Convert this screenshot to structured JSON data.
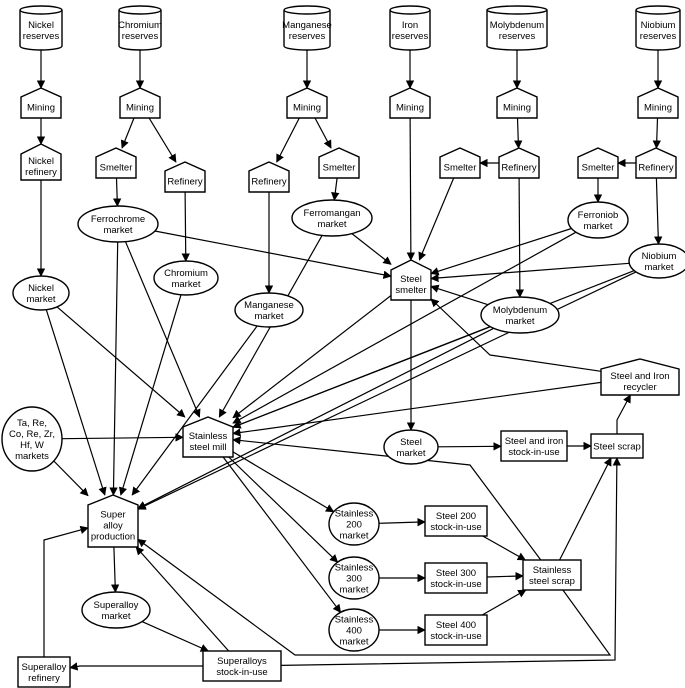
{
  "nodes": [
    {
      "id": "nickel_reserves",
      "kind": "cylinder",
      "lines": [
        "Nickel",
        "reserves"
      ]
    },
    {
      "id": "chromium_reserves",
      "kind": "cylinder",
      "lines": [
        "Chromium",
        "reserves"
      ]
    },
    {
      "id": "manganese_reserves",
      "kind": "cylinder",
      "lines": [
        "Manganese",
        "reserves"
      ]
    },
    {
      "id": "iron_reserves",
      "kind": "cylinder",
      "lines": [
        "Iron",
        "reserves"
      ]
    },
    {
      "id": "molybdenum_reserves",
      "kind": "cylinder",
      "lines": [
        "Molybdenum",
        "reserves"
      ]
    },
    {
      "id": "niobium_reserves",
      "kind": "cylinder",
      "lines": [
        "Niobium",
        "reserves"
      ]
    },
    {
      "id": "mining_ni",
      "kind": "house",
      "lines": [
        "Mining"
      ]
    },
    {
      "id": "mining_cr",
      "kind": "house",
      "lines": [
        "Mining"
      ]
    },
    {
      "id": "mining_mn",
      "kind": "house",
      "lines": [
        "Mining"
      ]
    },
    {
      "id": "mining_fe",
      "kind": "house",
      "lines": [
        "Mining"
      ]
    },
    {
      "id": "mining_mo",
      "kind": "house",
      "lines": [
        "Mining"
      ]
    },
    {
      "id": "mining_nb",
      "kind": "house",
      "lines": [
        "Mining"
      ]
    },
    {
      "id": "nickel_refinery",
      "kind": "house",
      "lines": [
        "Nickel",
        "refinery"
      ]
    },
    {
      "id": "smelter_cr",
      "kind": "house",
      "lines": [
        "Smelter"
      ]
    },
    {
      "id": "refinery_cr",
      "kind": "house",
      "lines": [
        "Refinery"
      ]
    },
    {
      "id": "refinery_mn",
      "kind": "house",
      "lines": [
        "Refinery"
      ]
    },
    {
      "id": "smelter_mn",
      "kind": "house",
      "lines": [
        "Smelter"
      ]
    },
    {
      "id": "smelter_mo",
      "kind": "house",
      "lines": [
        "Smelter"
      ]
    },
    {
      "id": "refinery_mo",
      "kind": "house",
      "lines": [
        "Refinery"
      ]
    },
    {
      "id": "smelter_nb",
      "kind": "house",
      "lines": [
        "Smelter"
      ]
    },
    {
      "id": "refinery_nb",
      "kind": "house",
      "lines": [
        "Refinery"
      ]
    },
    {
      "id": "ferrochrome_market",
      "kind": "ellipse",
      "lines": [
        "Ferrochrome",
        "market"
      ]
    },
    {
      "id": "chromium_market",
      "kind": "ellipse",
      "lines": [
        "Chromium",
        "market"
      ]
    },
    {
      "id": "ferromangan_market",
      "kind": "ellipse",
      "lines": [
        "Ferromangan",
        "market"
      ]
    },
    {
      "id": "manganese_market",
      "kind": "ellipse",
      "lines": [
        "Manganese",
        "market"
      ]
    },
    {
      "id": "ferroniob_market",
      "kind": "ellipse",
      "lines": [
        "Ferroniob",
        "market"
      ]
    },
    {
      "id": "niobium_market",
      "kind": "ellipse",
      "lines": [
        "Niobium",
        "market"
      ]
    },
    {
      "id": "nickel_market",
      "kind": "ellipse",
      "lines": [
        "Nickel",
        "market"
      ]
    },
    {
      "id": "molybdenum_market",
      "kind": "ellipse",
      "lines": [
        "Molybdenum",
        "market"
      ]
    },
    {
      "id": "ta_re_markets",
      "kind": "ellipse",
      "lines": [
        "Ta, Re,",
        "Co, Re, Zr,",
        "Hf, W",
        "markets"
      ]
    },
    {
      "id": "steel_smelter",
      "kind": "house",
      "lines": [
        "Steel",
        "smelter"
      ]
    },
    {
      "id": "steel_iron_recycler",
      "kind": "house",
      "lines": [
        "Steel and Iron",
        "recycler"
      ]
    },
    {
      "id": "stainless_steel_mill",
      "kind": "house",
      "lines": [
        "Stainless",
        "steel mill"
      ]
    },
    {
      "id": "steel_market",
      "kind": "ellipse",
      "lines": [
        "Steel",
        "market"
      ]
    },
    {
      "id": "steel_iron_stock",
      "kind": "rect",
      "lines": [
        "Steel and iron",
        "stock-in-use"
      ]
    },
    {
      "id": "steel_scrap",
      "kind": "rect",
      "lines": [
        "Steel scrap"
      ]
    },
    {
      "id": "superalloy_production",
      "kind": "house",
      "lines": [
        "Super",
        "alloy",
        "production"
      ]
    },
    {
      "id": "stainless_200_market",
      "kind": "ellipse",
      "lines": [
        "Stainless",
        "200",
        "market"
      ]
    },
    {
      "id": "stainless_300_market",
      "kind": "ellipse",
      "lines": [
        "Stainless",
        "300",
        "market"
      ]
    },
    {
      "id": "stainless_400_market",
      "kind": "ellipse",
      "lines": [
        "Stainless",
        "400",
        "market"
      ]
    },
    {
      "id": "steel_200_stock",
      "kind": "rect",
      "lines": [
        "Steel 200",
        "stock-in-use"
      ]
    },
    {
      "id": "steel_300_stock",
      "kind": "rect",
      "lines": [
        "Steel 300",
        "stock-in-use"
      ]
    },
    {
      "id": "steel_400_stock",
      "kind": "rect",
      "lines": [
        "Steel 400",
        "stock-in-use"
      ]
    },
    {
      "id": "stainless_steel_scrap",
      "kind": "rect",
      "lines": [
        "Stainless",
        "steel scrap"
      ]
    },
    {
      "id": "superalloy_market",
      "kind": "ellipse",
      "lines": [
        "Superalloy",
        "market"
      ]
    },
    {
      "id": "superalloys_stock",
      "kind": "rect",
      "lines": [
        "Superalloys",
        "stock-in-use"
      ]
    },
    {
      "id": "superalloy_refinery",
      "kind": "rect",
      "lines": [
        "Superalloy",
        "refinery"
      ]
    }
  ],
  "edges": [
    {
      "from": "nickel_reserves",
      "to": "mining_ni"
    },
    {
      "from": "mining_ni",
      "to": "nickel_refinery"
    },
    {
      "from": "nickel_refinery",
      "to": "nickel_market"
    },
    {
      "from": "chromium_reserves",
      "to": "mining_cr"
    },
    {
      "from": "mining_cr",
      "to": "smelter_cr"
    },
    {
      "from": "mining_cr",
      "to": "refinery_cr"
    },
    {
      "from": "smelter_cr",
      "to": "ferrochrome_market"
    },
    {
      "from": "refinery_cr",
      "to": "chromium_market"
    },
    {
      "from": "manganese_reserves",
      "to": "mining_mn"
    },
    {
      "from": "mining_mn",
      "to": "refinery_mn"
    },
    {
      "from": "mining_mn",
      "to": "smelter_mn"
    },
    {
      "from": "refinery_mn",
      "to": "manganese_market"
    },
    {
      "from": "smelter_mn",
      "to": "ferromangan_market"
    },
    {
      "from": "iron_reserves",
      "to": "mining_fe"
    },
    {
      "from": "mining_fe",
      "to": "steel_smelter"
    },
    {
      "from": "molybdenum_reserves",
      "to": "mining_mo"
    },
    {
      "from": "mining_mo",
      "to": "refinery_mo"
    },
    {
      "from": "refinery_mo",
      "to": "smelter_mo"
    },
    {
      "from": "refinery_mo",
      "to": "molybdenum_market"
    },
    {
      "from": "niobium_reserves",
      "to": "mining_nb"
    },
    {
      "from": "mining_nb",
      "to": "refinery_nb"
    },
    {
      "from": "refinery_nb",
      "to": "smelter_nb"
    },
    {
      "from": "refinery_nb",
      "to": "niobium_market"
    },
    {
      "from": "smelter_nb",
      "to": "ferroniob_market"
    },
    {
      "from": "smelter_mo",
      "to": "steel_smelter"
    },
    {
      "from": "ferrochrome_market",
      "to": "steel_smelter"
    },
    {
      "from": "ferromangan_market",
      "to": "steel_smelter"
    },
    {
      "from": "ferroniob_market",
      "to": "steel_smelter"
    },
    {
      "from": "niobium_market",
      "to": "steel_smelter"
    },
    {
      "from": "molybdenum_market",
      "to": "steel_smelter"
    },
    {
      "from": "steel_iron_recycler",
      "to": "steel_smelter"
    },
    {
      "from": "steel_smelter",
      "to": "steel_market"
    },
    {
      "from": "steel_market",
      "to": "steel_iron_stock"
    },
    {
      "from": "steel_iron_stock",
      "to": "steel_scrap"
    },
    {
      "from": "steel_scrap",
      "to": "steel_iron_recycler"
    },
    {
      "from": "nickel_market",
      "to": "stainless_steel_mill"
    },
    {
      "from": "ferrochrome_market",
      "to": "stainless_steel_mill"
    },
    {
      "from": "chromium_market",
      "to": "superalloy_production"
    },
    {
      "from": "ferromangan_market",
      "to": "stainless_steel_mill"
    },
    {
      "from": "ferroniob_market",
      "to": "stainless_steel_mill"
    },
    {
      "from": "niobium_market",
      "to": "stainless_steel_mill"
    },
    {
      "from": "molybdenum_market",
      "to": "stainless_steel_mill"
    },
    {
      "from": "steel_iron_recycler",
      "to": "stainless_steel_mill"
    },
    {
      "from": "steel_smelter",
      "to": "stainless_steel_mill"
    },
    {
      "from": "ta_re_markets",
      "to": "stainless_steel_mill"
    },
    {
      "from": "nickel_market",
      "to": "superalloy_production"
    },
    {
      "from": "ferrochrome_market",
      "to": "superalloy_production"
    },
    {
      "from": "manganese_market",
      "to": "superalloy_production"
    },
    {
      "from": "ta_re_markets",
      "to": "superalloy_production"
    },
    {
      "from": "molybdenum_market",
      "to": "superalloy_production"
    },
    {
      "from": "niobium_market",
      "to": "superalloy_production"
    },
    {
      "from": "stainless_steel_mill",
      "to": "stainless_200_market"
    },
    {
      "from": "stainless_steel_mill",
      "to": "stainless_300_market"
    },
    {
      "from": "stainless_steel_mill",
      "to": "stainless_400_market"
    },
    {
      "from": "stainless_200_market",
      "to": "steel_200_stock"
    },
    {
      "from": "stainless_300_market",
      "to": "steel_300_stock"
    },
    {
      "from": "stainless_400_market",
      "to": "steel_400_stock"
    },
    {
      "from": "steel_200_stock",
      "to": "stainless_steel_scrap"
    },
    {
      "from": "steel_300_stock",
      "to": "stainless_steel_scrap"
    },
    {
      "from": "steel_400_stock",
      "to": "stainless_steel_scrap"
    },
    {
      "from": "stainless_steel_scrap",
      "to": "steel_scrap"
    },
    {
      "from": "stainless_steel_scrap",
      "to": "stainless_steel_mill"
    },
    {
      "from": "stainless_steel_scrap",
      "to": "superalloy_production"
    },
    {
      "from": "superalloy_production",
      "to": "superalloy_market"
    },
    {
      "from": "superalloy_market",
      "to": "superalloys_stock"
    },
    {
      "from": "superalloys_stock",
      "to": "superalloy_production"
    },
    {
      "from": "superalloys_stock",
      "to": "steel_scrap"
    },
    {
      "from": "superalloys_stock",
      "to": "superalloy_refinery"
    },
    {
      "from": "superalloy_refinery",
      "to": "superalloy_production"
    }
  ]
}
